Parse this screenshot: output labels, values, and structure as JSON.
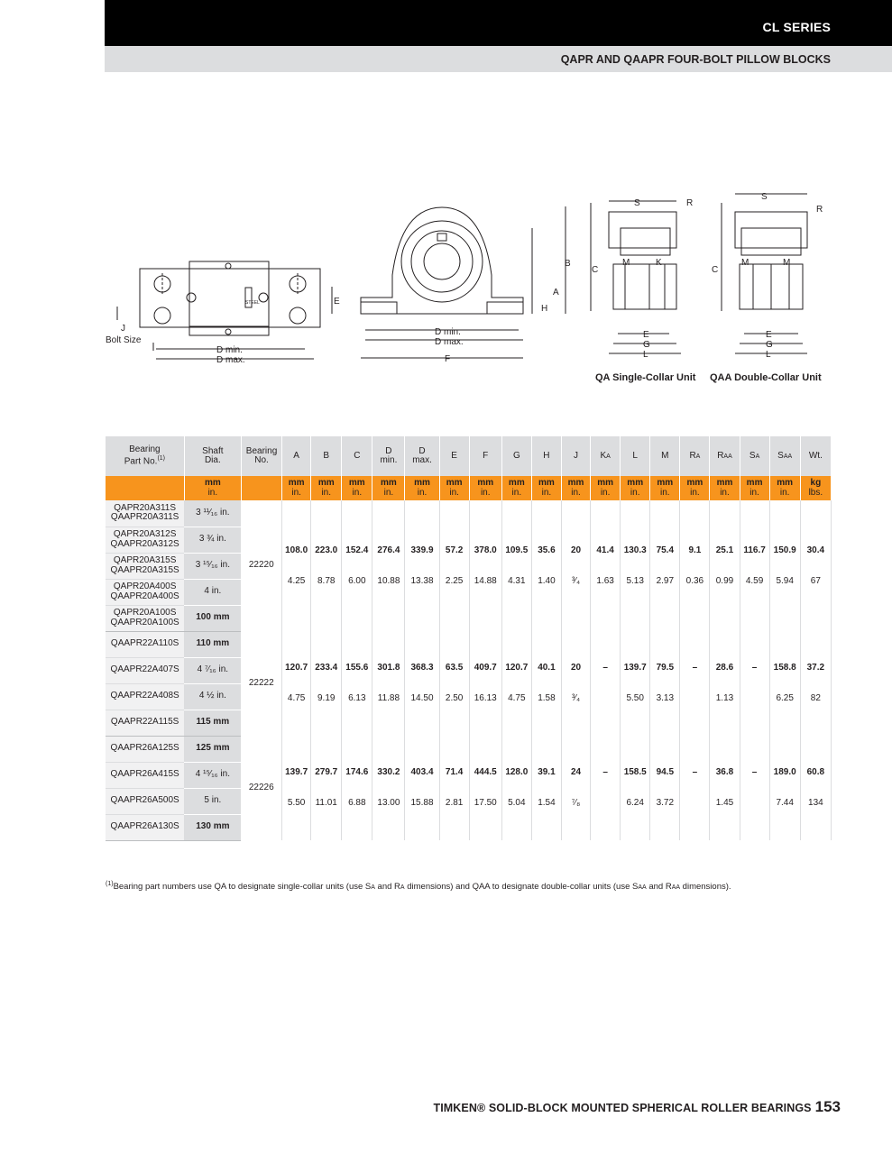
{
  "header": {
    "series": "CL SERIES",
    "subtitle": "QAPR AND QAAPR FOUR-BOLT PILLOW BLOCKS"
  },
  "drawing_labels": {
    "bolt_size": "Bolt Size",
    "j": "J",
    "e": "E",
    "d_min": "D min.",
    "d_max": "D max.",
    "b": "B",
    "a": "A",
    "h": "H",
    "f": "F",
    "c": "C",
    "m": "M",
    "g": "G",
    "l": "L",
    "steel": "STEEL",
    "s": "S",
    "r": "R",
    "k": "K",
    "sub_a": "A",
    "sub_aa": "AA"
  },
  "captions": {
    "single": "QA Single-Collar Unit",
    "double": "QAA Double-Collar Unit"
  },
  "table": {
    "headers": {
      "part_l1": "Bearing",
      "part_l2": "Part No.",
      "part_fn": "(1)",
      "shaft_l1": "Shaft",
      "shaft_l2": "Dia.",
      "bno_l1": "Bearing",
      "bno_l2": "No.",
      "A": "A",
      "B": "B",
      "C": "C",
      "Dmin_l1": "D",
      "Dmin_l2": "min.",
      "Dmax_l1": "D",
      "Dmax_l2": "max.",
      "E": "E",
      "F": "F",
      "G": "G",
      "H": "H",
      "J": "J",
      "K": "K",
      "Ksub": "A",
      "L": "L",
      "M": "M",
      "R": "R",
      "Rsub": "A",
      "R2": "R",
      "R2sub": "AA",
      "S": "S",
      "Ssub": "A",
      "S2": "S",
      "S2sub": "AA",
      "Wt": "Wt."
    },
    "units": {
      "mm": "mm",
      "in": "in.",
      "kg": "kg",
      "lbs": "lbs."
    },
    "groups": [
      {
        "bearing_no": "22220",
        "rows": [
          {
            "part": [
              "QAPR20A311S",
              "QAAPR20A311S"
            ],
            "shaft": "3 ¹¹⁄₁₆ in.",
            "bold": false
          },
          {
            "part": [
              "QAPR20A312S",
              "QAAPR20A312S"
            ],
            "shaft": "3 ¾ in.",
            "bold": false
          },
          {
            "part": [
              "QAPR20A315S",
              "QAAPR20A315S"
            ],
            "shaft": "3 ¹⁵⁄₁₆ in.",
            "bold": false
          },
          {
            "part": [
              "QAPR20A400S",
              "QAAPR20A400S"
            ],
            "shaft": "4 in.",
            "bold": false
          },
          {
            "part": [
              "QAPR20A100S",
              "QAAPR20A100S"
            ],
            "shaft": "100 mm",
            "bold": true
          }
        ],
        "mm": [
          "108.0",
          "223.0",
          "152.4",
          "276.4",
          "339.9",
          "57.2",
          "378.0",
          "109.5",
          "35.6",
          "20",
          "41.4",
          "130.3",
          "75.4",
          "9.1",
          "25.1",
          "116.7",
          "150.9",
          "30.4"
        ],
        "in": [
          "4.25",
          "8.78",
          "6.00",
          "10.88",
          "13.38",
          "2.25",
          "14.88",
          "4.31",
          "1.40",
          "³⁄₄",
          "1.63",
          "5.13",
          "2.97",
          "0.36",
          "0.99",
          "4.59",
          "5.94",
          "67"
        ]
      },
      {
        "bearing_no": "22222",
        "rows": [
          {
            "part": [
              "QAAPR22A110S"
            ],
            "shaft": "110 mm",
            "bold": true
          },
          {
            "part": [
              "QAAPR22A407S"
            ],
            "shaft": "4 ⁷⁄₁₆ in.",
            "bold": false
          },
          {
            "part": [
              "QAAPR22A408S"
            ],
            "shaft": "4 ½ in.",
            "bold": false
          },
          {
            "part": [
              "QAAPR22A115S"
            ],
            "shaft": "115 mm",
            "bold": true
          }
        ],
        "mm": [
          "120.7",
          "233.4",
          "155.6",
          "301.8",
          "368.3",
          "63.5",
          "409.7",
          "120.7",
          "40.1",
          "20",
          "–",
          "139.7",
          "79.5",
          "–",
          "28.6",
          "–",
          "158.8",
          "37.2"
        ],
        "in": [
          "4.75",
          "9.19",
          "6.13",
          "11.88",
          "14.50",
          "2.50",
          "16.13",
          "4.75",
          "1.58",
          "³⁄₄",
          "",
          "5.50",
          "3.13",
          "",
          "1.13",
          "",
          "6.25",
          "82"
        ]
      },
      {
        "bearing_no": "22226",
        "rows": [
          {
            "part": [
              "QAAPR26A125S"
            ],
            "shaft": "125 mm",
            "bold": true
          },
          {
            "part": [
              "QAAPR26A415S"
            ],
            "shaft": "4 ¹⁵⁄₁₆ in.",
            "bold": false
          },
          {
            "part": [
              "QAAPR26A500S"
            ],
            "shaft": "5 in.",
            "bold": false
          },
          {
            "part": [
              "QAAPR26A130S"
            ],
            "shaft": "130 mm",
            "bold": true
          }
        ],
        "mm": [
          "139.7",
          "279.7",
          "174.6",
          "330.2",
          "403.4",
          "71.4",
          "444.5",
          "128.0",
          "39.1",
          "24",
          "–",
          "158.5",
          "94.5",
          "–",
          "36.8",
          "–",
          "189.0",
          "60.8"
        ],
        "in": [
          "5.50",
          "11.01",
          "6.88",
          "13.00",
          "15.88",
          "2.81",
          "17.50",
          "5.04",
          "1.54",
          "⁷⁄₈",
          "",
          "6.24",
          "3.72",
          "",
          "1.45",
          "",
          "7.44",
          "134"
        ]
      }
    ]
  },
  "footnote": {
    "mark": "(1)",
    "t1": "Bearing part numbers use QA to designate single-collar units (use S",
    "s1": "A",
    "t2": " and R",
    "s2": "A",
    "t3": " dimensions) and QAA to designate double-collar units (use S",
    "s3": "AA",
    "t4": " and R",
    "s4": "AA",
    "t5": " dimensions)."
  },
  "footer": {
    "title": "TIMKEN® SOLID-BLOCK MOUNTED SPHERICAL ROLLER BEARINGS",
    "page": "153"
  }
}
